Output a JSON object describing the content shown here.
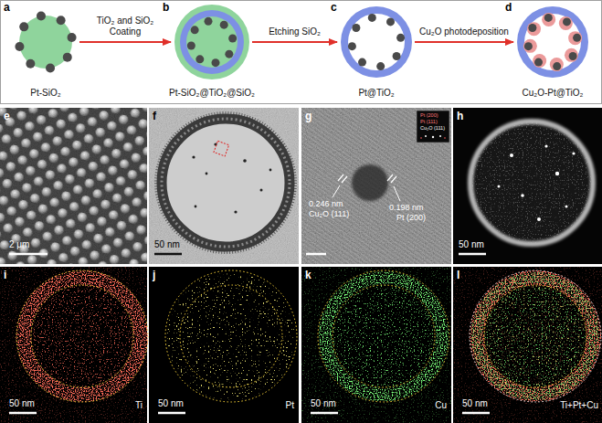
{
  "diagram": {
    "nodes": [
      {
        "text": [
          "Pt-SiO₂"
        ]
      },
      {
        "text": [
          "Pt-SiO₂@TiO₂@SiO₂"
        ]
      },
      {
        "text": [
          "Pt@TiO₂"
        ]
      },
      {
        "text": [
          "Cu₂O-Pt@TiO₂"
        ]
      }
    ],
    "edges": [
      {
        "from": 0,
        "to": 1,
        "arrow": "to",
        "label": "TiO₂ and SiO₂ Coating"
      },
      {
        "from": 1,
        "to": 2,
        "arrow": "to",
        "label": "Etching SiO₂"
      },
      {
        "from": 2,
        "to": 3,
        "arrow": "to",
        "label": "Cu₂O photodeposition"
      }
    ],
    "labels": [
      "a",
      "b",
      "c",
      "d",
      "e",
      "2 μm",
      "f",
      "50 nm",
      "g",
      "0.246 nm",
      "Cu₂O (111)",
      "0.198 nm",
      "Pt (200)",
      "Pt (200)",
      "Pt (111)",
      "Cu₂O (111)",
      "h",
      "50 nm",
      "i",
      "50 nm",
      "Ti",
      "j",
      "50 nm",
      "Pt",
      "k",
      "50 nm",
      "Cu",
      "l",
      "50 nm",
      "Ti+Pt+Cu"
    ]
  }
}
